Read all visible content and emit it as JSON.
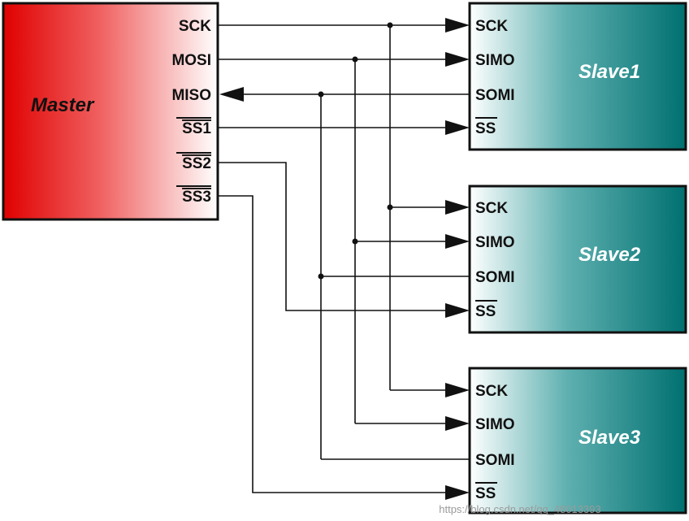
{
  "colors": {
    "master_left": "#e00000",
    "master_right": "#ffffff",
    "slave_left": "#ffffff",
    "slave_right": "#007070",
    "wire": "#111111",
    "master_title": "#111111",
    "slave_title": "#ffffff"
  },
  "master": {
    "title": "Master",
    "pins": [
      "SCK",
      "MOSI",
      "MISO",
      "SS1",
      "SS2",
      "SS3"
    ]
  },
  "slaves": [
    {
      "title": "Slave1",
      "pins": [
        "SCK",
        "SIMO",
        "SOMI",
        "SS"
      ]
    },
    {
      "title": "Slave2",
      "pins": [
        "SCK",
        "SIMO",
        "SOMI",
        "SS"
      ]
    },
    {
      "title": "Slave3",
      "pins": [
        "SCK",
        "SIMO",
        "SOMI",
        "SS"
      ]
    }
  ],
  "watermark": "https://blog.csdn.net/qq_48013393"
}
